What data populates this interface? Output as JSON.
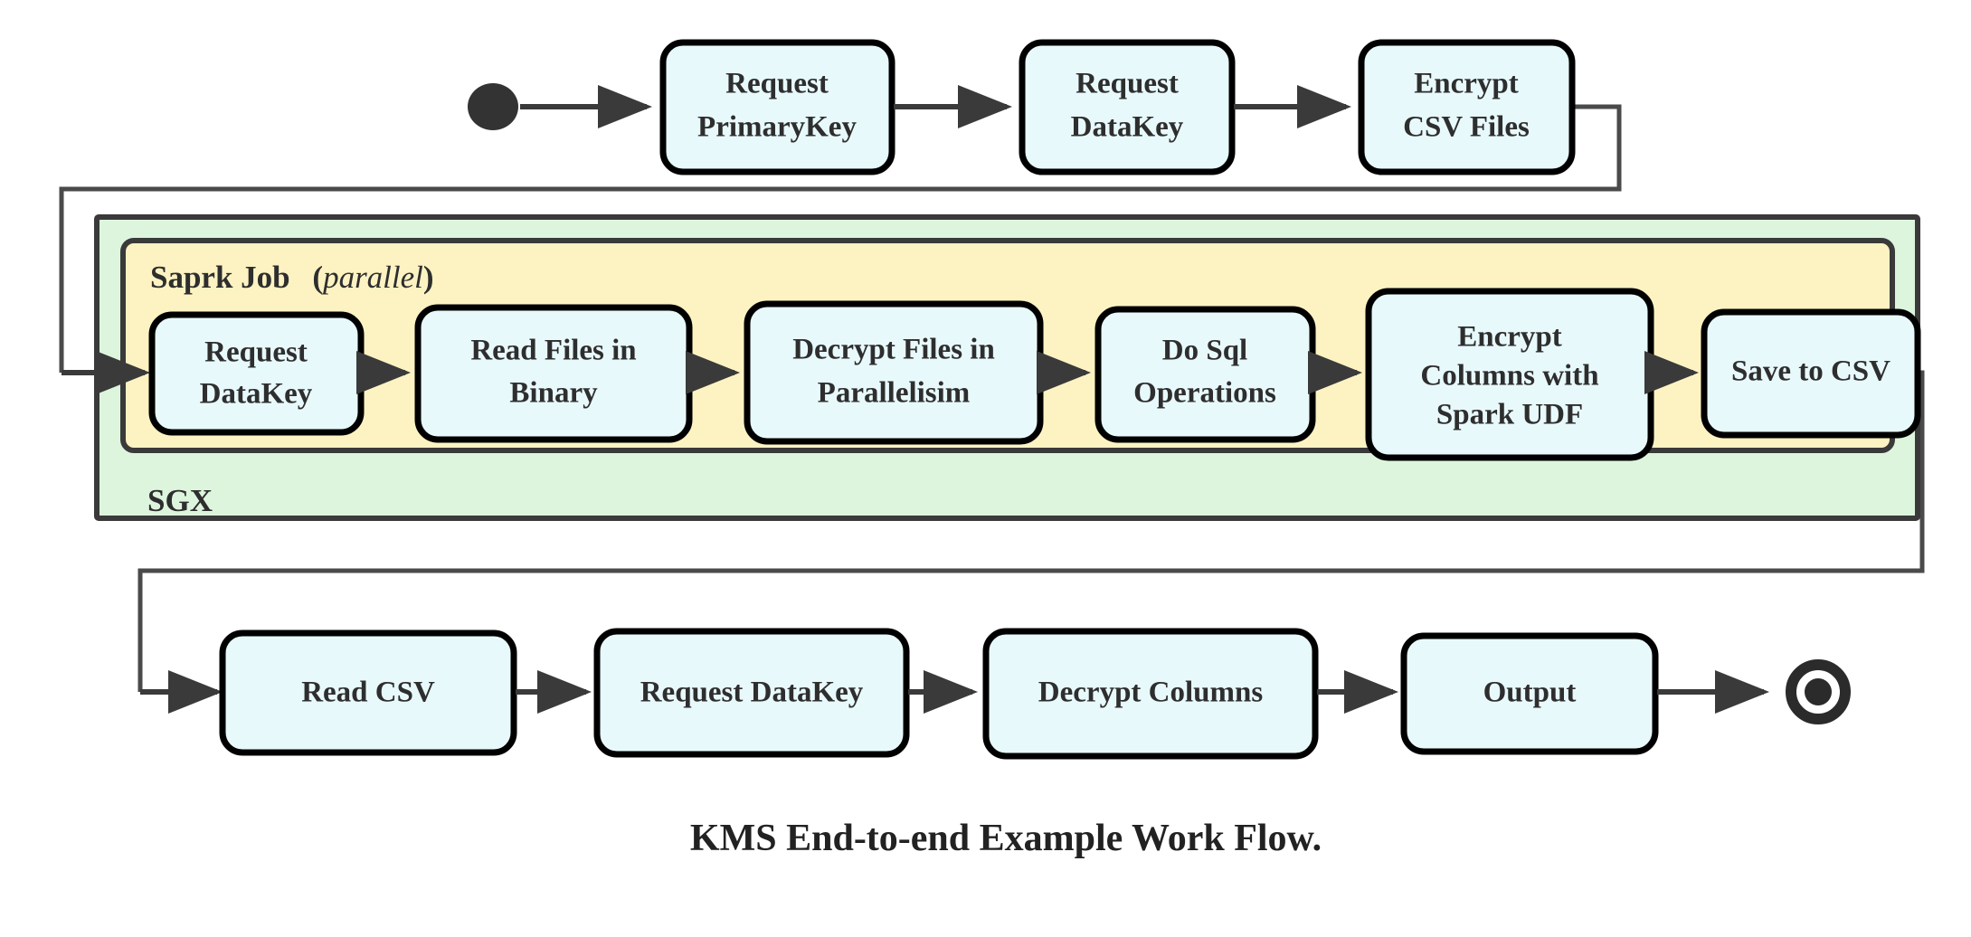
{
  "diagram": {
    "caption": "KMS End-to-end Example Work Flow.",
    "colors": {
      "node_fill": "#e8f9fc",
      "node_stroke": "#000000",
      "sgx_fill": "#ddf5dd",
      "spark_fill": "#fdf3c2",
      "edge": "#3a3a3a",
      "text": "#2e2e2e"
    },
    "containers": {
      "sgx": {
        "label": "SGX"
      },
      "spark": {
        "label": "Saprk Job",
        "qualifier_open": "(",
        "qualifier": "parallel",
        "qualifier_close": ")"
      }
    },
    "start_node": {
      "name": "start"
    },
    "end_node": {
      "name": "end"
    },
    "rows": {
      "top": [
        {
          "id": "request-primarykey",
          "line1": "Request",
          "line2": "PrimaryKey"
        },
        {
          "id": "request-datakey-top",
          "line1": "Request",
          "line2": "DataKey"
        },
        {
          "id": "encrypt-csv-files",
          "line1": "Encrypt",
          "line2": "CSV Files"
        }
      ],
      "middle": [
        {
          "id": "request-datakey-spark",
          "line1": "Request",
          "line2": "DataKey"
        },
        {
          "id": "read-files-in-binary",
          "line1": "Read Files in",
          "line2": "Binary"
        },
        {
          "id": "decrypt-files-in-parallelisim",
          "line1": "Decrypt Files in",
          "line2": "Parallelisim"
        },
        {
          "id": "do-sql-operations",
          "line1": "Do Sql",
          "line2": "Operations"
        },
        {
          "id": "encrypt-columns-with-spark-udf",
          "line1": "Encrypt",
          "line2": "Columns with",
          "line3": "Spark UDF"
        },
        {
          "id": "save-to-csv",
          "line1": "Save to CSV"
        }
      ],
      "bottom": [
        {
          "id": "read-csv",
          "line1": "Read CSV"
        },
        {
          "id": "request-datakey-bottom",
          "line1": "Request DataKey"
        },
        {
          "id": "decrypt-columns",
          "line1": "Decrypt Columns"
        },
        {
          "id": "output",
          "line1": "Output"
        }
      ]
    }
  }
}
